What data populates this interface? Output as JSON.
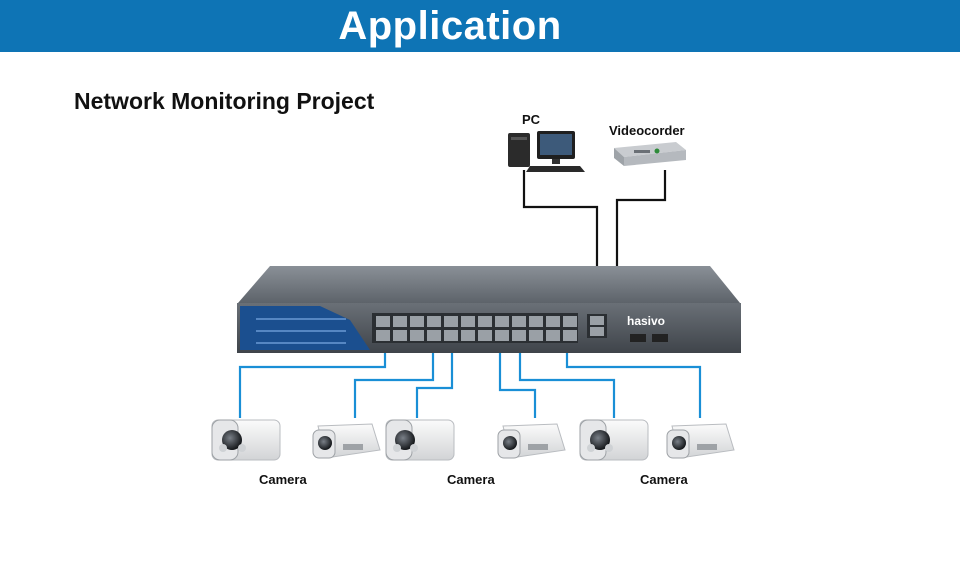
{
  "header": {
    "title": "Application"
  },
  "section": {
    "title": "Network Monitoring Project"
  },
  "devices": {
    "pc_label": "PC",
    "videocorder_label": "Videocorder",
    "switch_brand": "hasivo",
    "camera_labels": [
      "Camera",
      "Camera",
      "Camera"
    ]
  },
  "colors": {
    "banner": "#0e74b5",
    "link_line": "#1a8fd6",
    "uplink_line": "#111111",
    "switch_body": "#4d5359",
    "switch_panel": "#1b4f8f"
  }
}
